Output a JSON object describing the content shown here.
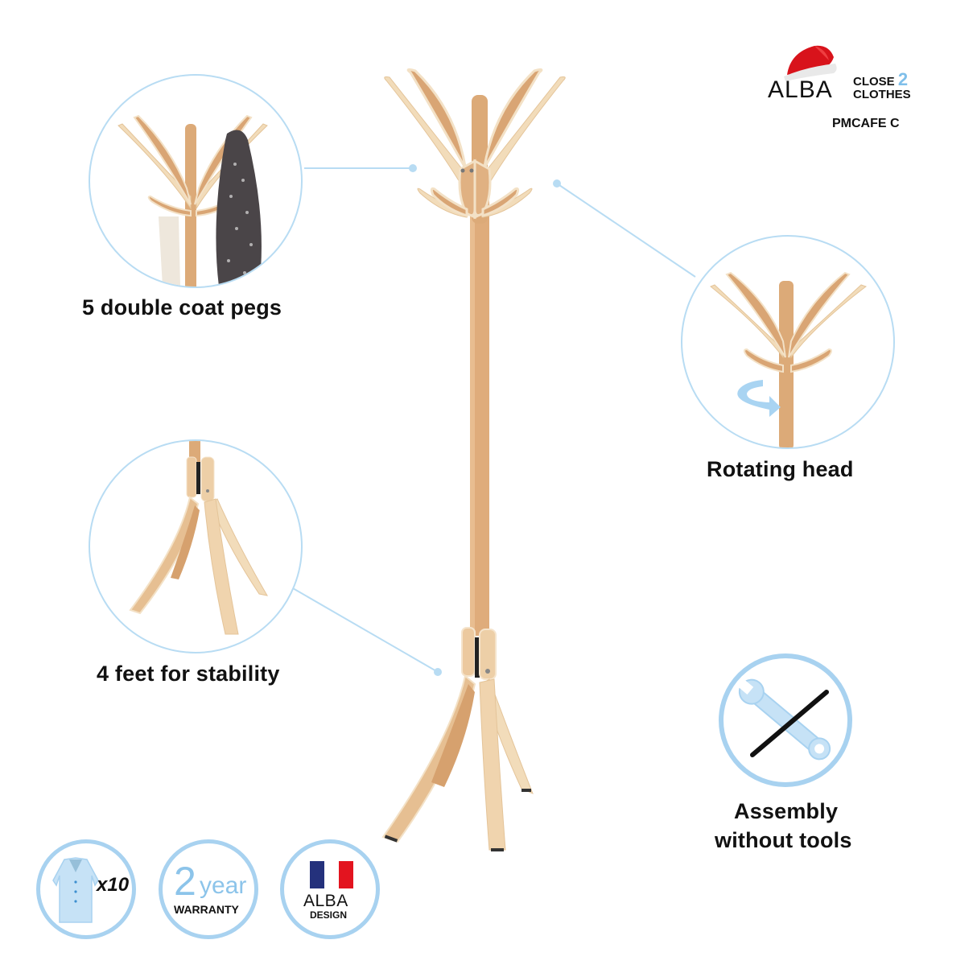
{
  "brand": {
    "logo_text": "ALBA",
    "tagline_line1": "CLOSE",
    "tagline_number": "2",
    "tagline_line2": "CLOTHES",
    "model": "PMCAFE C",
    "hat_color": "#d8131b",
    "accent_blue": "#7fbfea"
  },
  "features": [
    {
      "id": "pegs",
      "label": "5 double coat pegs"
    },
    {
      "id": "rotating",
      "label": "Rotating head"
    },
    {
      "id": "feet",
      "label": "4 feet for stability"
    },
    {
      "id": "assembly",
      "label_line1": "Assembly",
      "label_line2": "without tools"
    }
  ],
  "badges": {
    "capacity": {
      "icon": "coat-icon",
      "text": "x10"
    },
    "warranty": {
      "number": "2",
      "unit": "year",
      "label": "WARRANTY"
    },
    "design": {
      "icon": "france-flag-icon",
      "brand": "ALBA",
      "label": "DESIGN",
      "flag_colors": [
        "#24317c",
        "#ffffff",
        "#e3141f"
      ]
    }
  },
  "colors": {
    "wood_dark": "#d9a876",
    "wood_light": "#f1dcbd",
    "wood_edge": "#f7ead6",
    "circle_border": "#b8dcf3",
    "badge_border": "#a8d2f0"
  }
}
